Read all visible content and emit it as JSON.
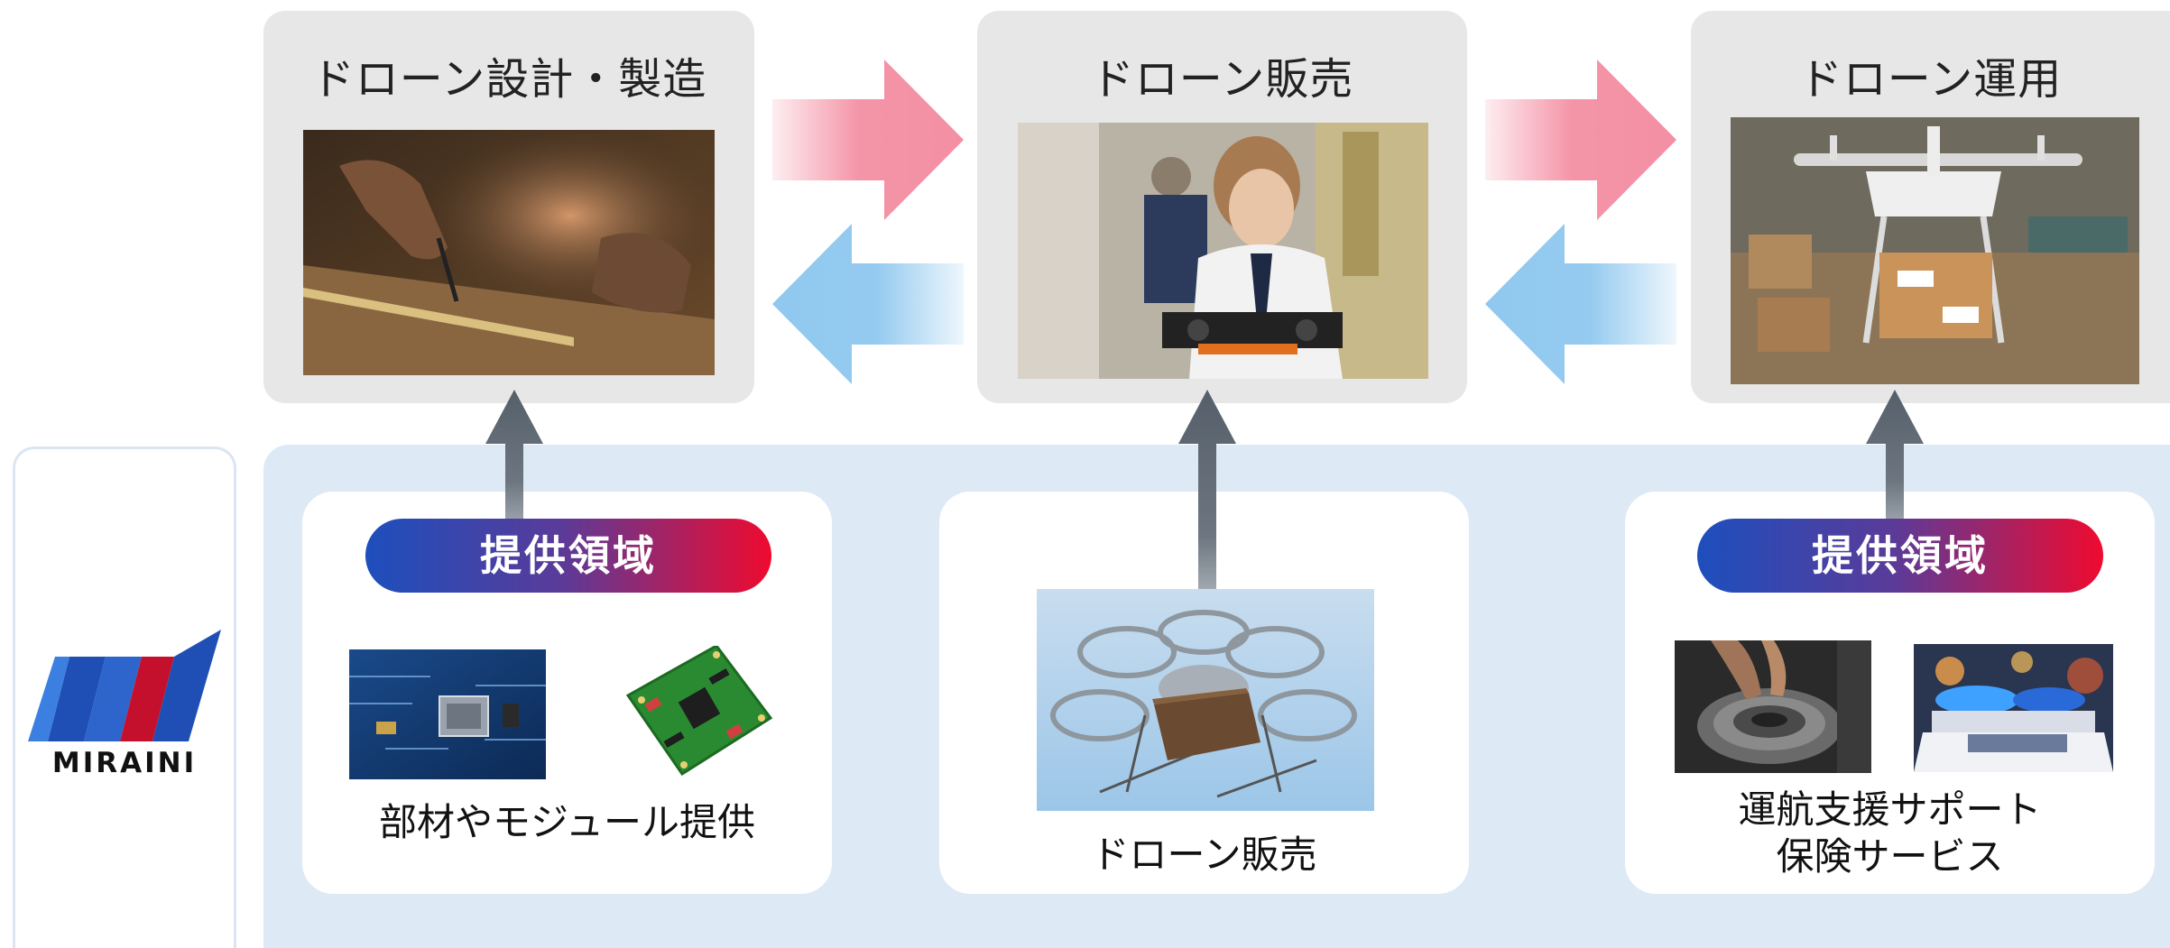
{
  "stages": [
    {
      "title": "ドローン設計・製造",
      "photo_icon": "craftsman-drafting-photo"
    },
    {
      "title": "ドローン販売",
      "photo_icon": "student-building-drone-photo"
    },
    {
      "title": "ドローン運用",
      "photo_icon": "delivery-drone-with-package-photo"
    }
  ],
  "colors": {
    "forward_arrow": "#f48fa3",
    "backward_arrow": "#90c8ef",
    "up_arrow": "#5c6670",
    "platform_bg": "#dde9f5",
    "card_bg": "#e7e7e7",
    "pill_start": "#1d4fbd",
    "pill_end": "#ef0a2f"
  },
  "offerings": [
    {
      "badge": "提供領域",
      "caption": "部材やモジュール提供",
      "thumbnails": [
        "circuit-board-chip-photo",
        "green-pcb-module-photo"
      ]
    },
    {
      "caption": "ドローン販売",
      "thumbnails": [
        "hexacopter-carrying-box-photo"
      ]
    },
    {
      "badge": "提供領域",
      "caption_line1": "運航支援サポート",
      "caption_line2": "保険サービス",
      "thumbnails": [
        "engine-bearing-hands-photo",
        "police-car-lights-photo"
      ]
    }
  ],
  "logo": {
    "text": "MIRAINI",
    "icon": "miraini-logo-icon"
  }
}
